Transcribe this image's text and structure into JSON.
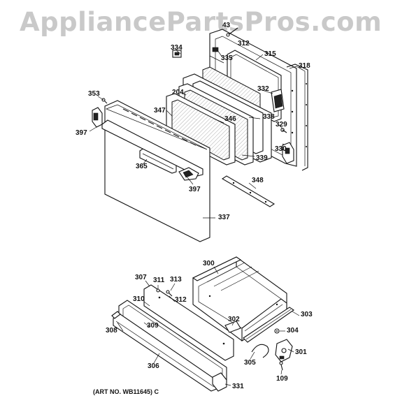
{
  "watermark": "AppliancePartsPros.com",
  "art_number": "(ART NO. WB11645) C",
  "callouts": [
    "43",
    "312",
    "334",
    "335",
    "315",
    "318",
    "353",
    "204",
    "332",
    "347",
    "346",
    "338",
    "329",
    "397",
    "330",
    "339",
    "365",
    "397",
    "348",
    "337",
    "300",
    "307",
    "311",
    "313",
    "312",
    "310",
    "302",
    "303",
    "309",
    "304",
    "308",
    "301",
    "305",
    "306",
    "109",
    "331"
  ]
}
